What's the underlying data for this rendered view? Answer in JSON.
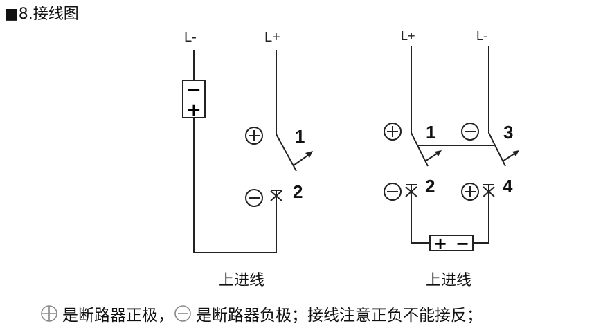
{
  "title": "■8.接线图",
  "left_diagram": {
    "supply_neg": "L-",
    "supply_pos": "L+",
    "load_minus": "−",
    "load_plus": "+",
    "terminal_1": "1",
    "terminal_2": "2",
    "caption": "上进线"
  },
  "right_diagram": {
    "supply_pos": "L+",
    "supply_neg": "L-",
    "terminal_1": "1",
    "terminal_2": "2",
    "terminal_3": "3",
    "terminal_4": "4",
    "load_plus": "+",
    "load_minus": "−",
    "caption": "上进线"
  },
  "note": {
    "part1": "是断路器正极，",
    "part2": "是断路器负极；接线注意正负不能接反；"
  }
}
